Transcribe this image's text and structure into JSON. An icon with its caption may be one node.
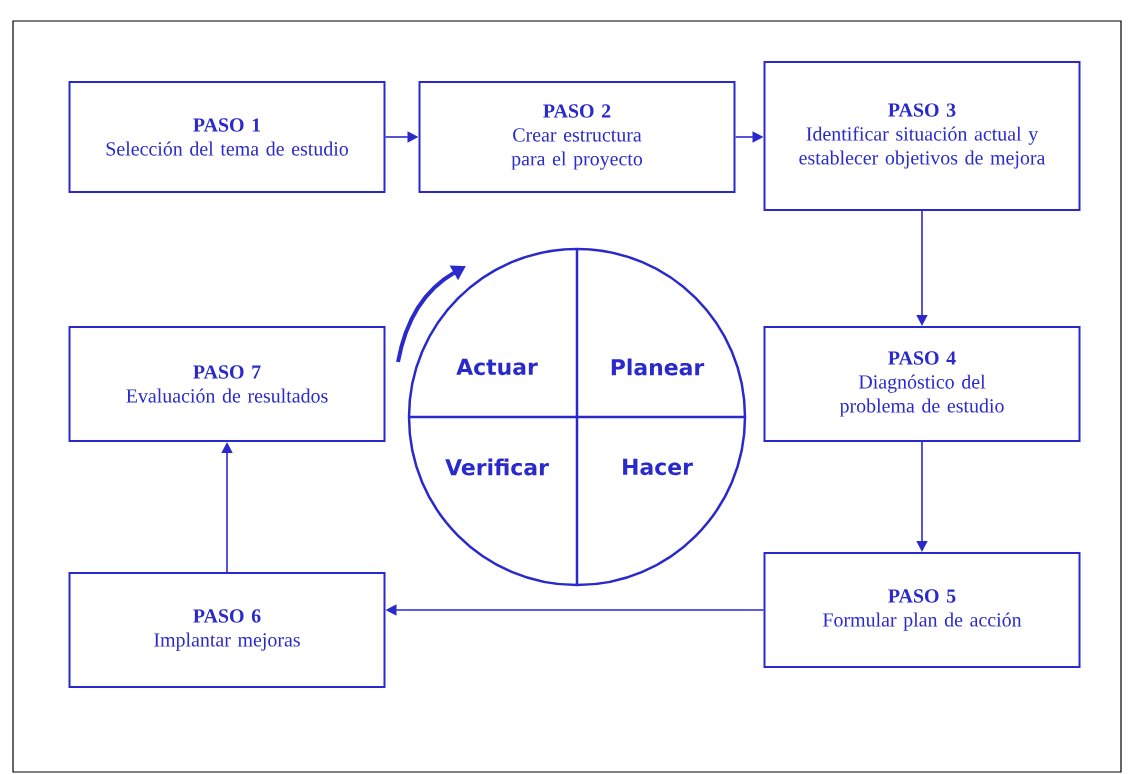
{
  "diagram": {
    "nodes": [
      {
        "text": [
          "PASO 1",
          "Selección del tema de estudio"
        ]
      },
      {
        "text": [
          "PASO 2",
          "Crear estructura para el proyecto"
        ]
      },
      {
        "text": [
          "PASO 3",
          "Identificar situación actual y establecer objetivos de mejora"
        ]
      },
      {
        "text": [
          "PASO 4",
          "Diagnóstico del problema de estudio"
        ]
      },
      {
        "text": [
          "PASO 5",
          "Formular plan de acción"
        ]
      },
      {
        "text": [
          "PASO 6",
          "Implantar mejoras"
        ]
      },
      {
        "text": [
          "PASO 7",
          "Evaluación de resultados"
        ]
      },
      {
        "text": [
          "Actuar",
          "Planear",
          "Verificar",
          "Hacer"
        ]
      }
    ],
    "edges": [
      {
        "from": 0,
        "to": 1,
        "arrow": "to"
      },
      {
        "from": 1,
        "to": 2,
        "arrow": "to"
      },
      {
        "from": 2,
        "to": 3,
        "arrow": "to"
      },
      {
        "from": 3,
        "to": 4,
        "arrow": "to"
      },
      {
        "from": 4,
        "to": 5,
        "arrow": "to"
      },
      {
        "from": 5,
        "to": 6,
        "arrow": "to"
      }
    ]
  }
}
